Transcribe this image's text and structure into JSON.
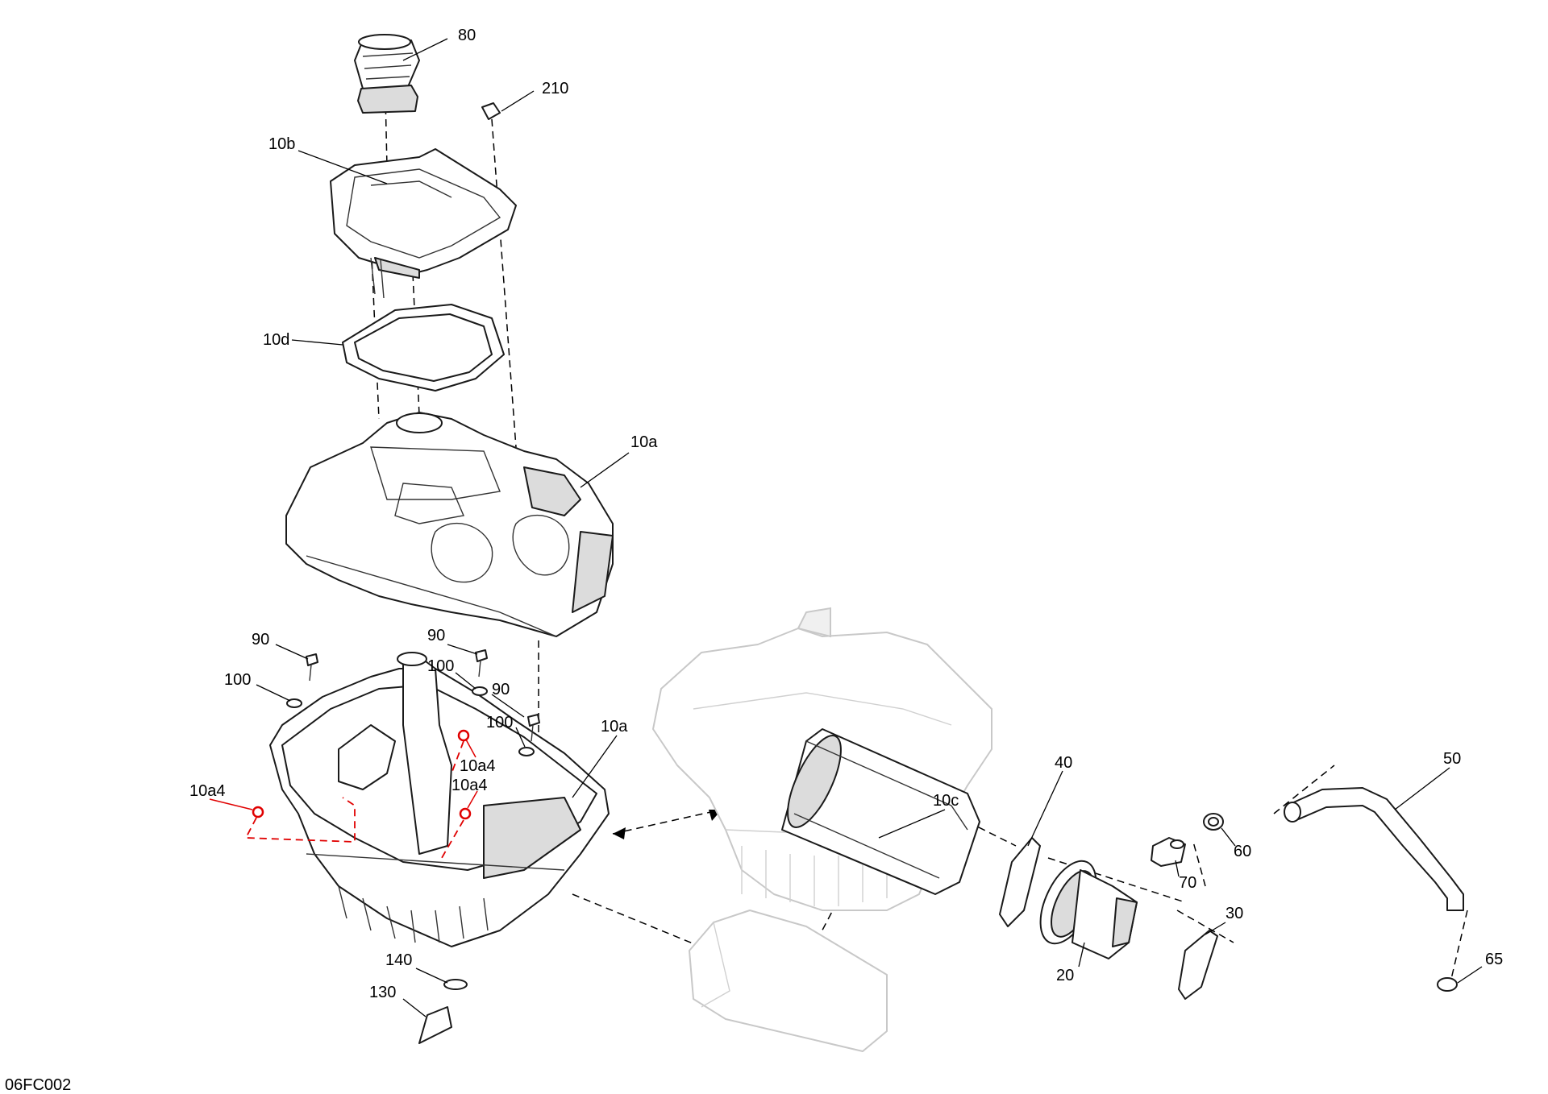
{
  "figure_code": "06FC002",
  "callouts": {
    "c80": "80",
    "c210": "210",
    "c10b": "10b",
    "c10d": "10d",
    "c10a_top": "10a",
    "c90_left": "90",
    "c100_left": "100",
    "c90_mid": "90",
    "c100_mid": "100",
    "c90_right": "90",
    "c100_right": "100",
    "c10a_bottom": "10a",
    "c10a4_left": "10a4",
    "c10a4_mid1": "10a4",
    "c10a4_mid2": "10a4",
    "c10c": "10c",
    "c40": "40",
    "c50": "50",
    "c60": "60",
    "c70": "70",
    "c20": "20",
    "c30": "30",
    "c65": "65",
    "c140": "140",
    "c130": "130"
  },
  "colors": {
    "line": "#1a1a1a",
    "faded_line": "#c8c8c8",
    "highlight": "#e00000",
    "shade": "#dcdcdc"
  }
}
